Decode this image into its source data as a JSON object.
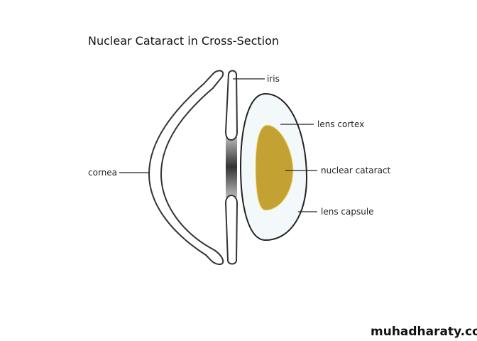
{
  "title": "Nuclear Cataract in Cross-Section",
  "labels": {
    "iris": "iris",
    "lens_cortex": "lens cortex",
    "nuclear_cataract": "nuclear cataract",
    "lens_capsule": "lens capsule",
    "cornea": "cornea"
  },
  "watermark": "muhadharaty.com",
  "colors": {
    "nucleus": "#c3a233",
    "lens": "#f3f8fb",
    "outline": "#333333"
  }
}
